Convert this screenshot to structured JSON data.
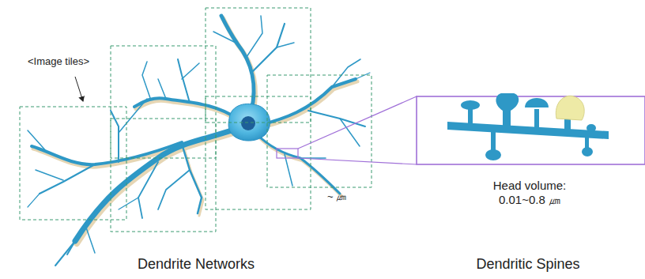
{
  "diagram": {
    "labels": [
      "<Image tiles>",
      "~ ㎛",
      "Head volume: 0.01~0.8 ㎛",
      "Dendrite Networks",
      "Dendritic Spines"
    ]
  }
}
